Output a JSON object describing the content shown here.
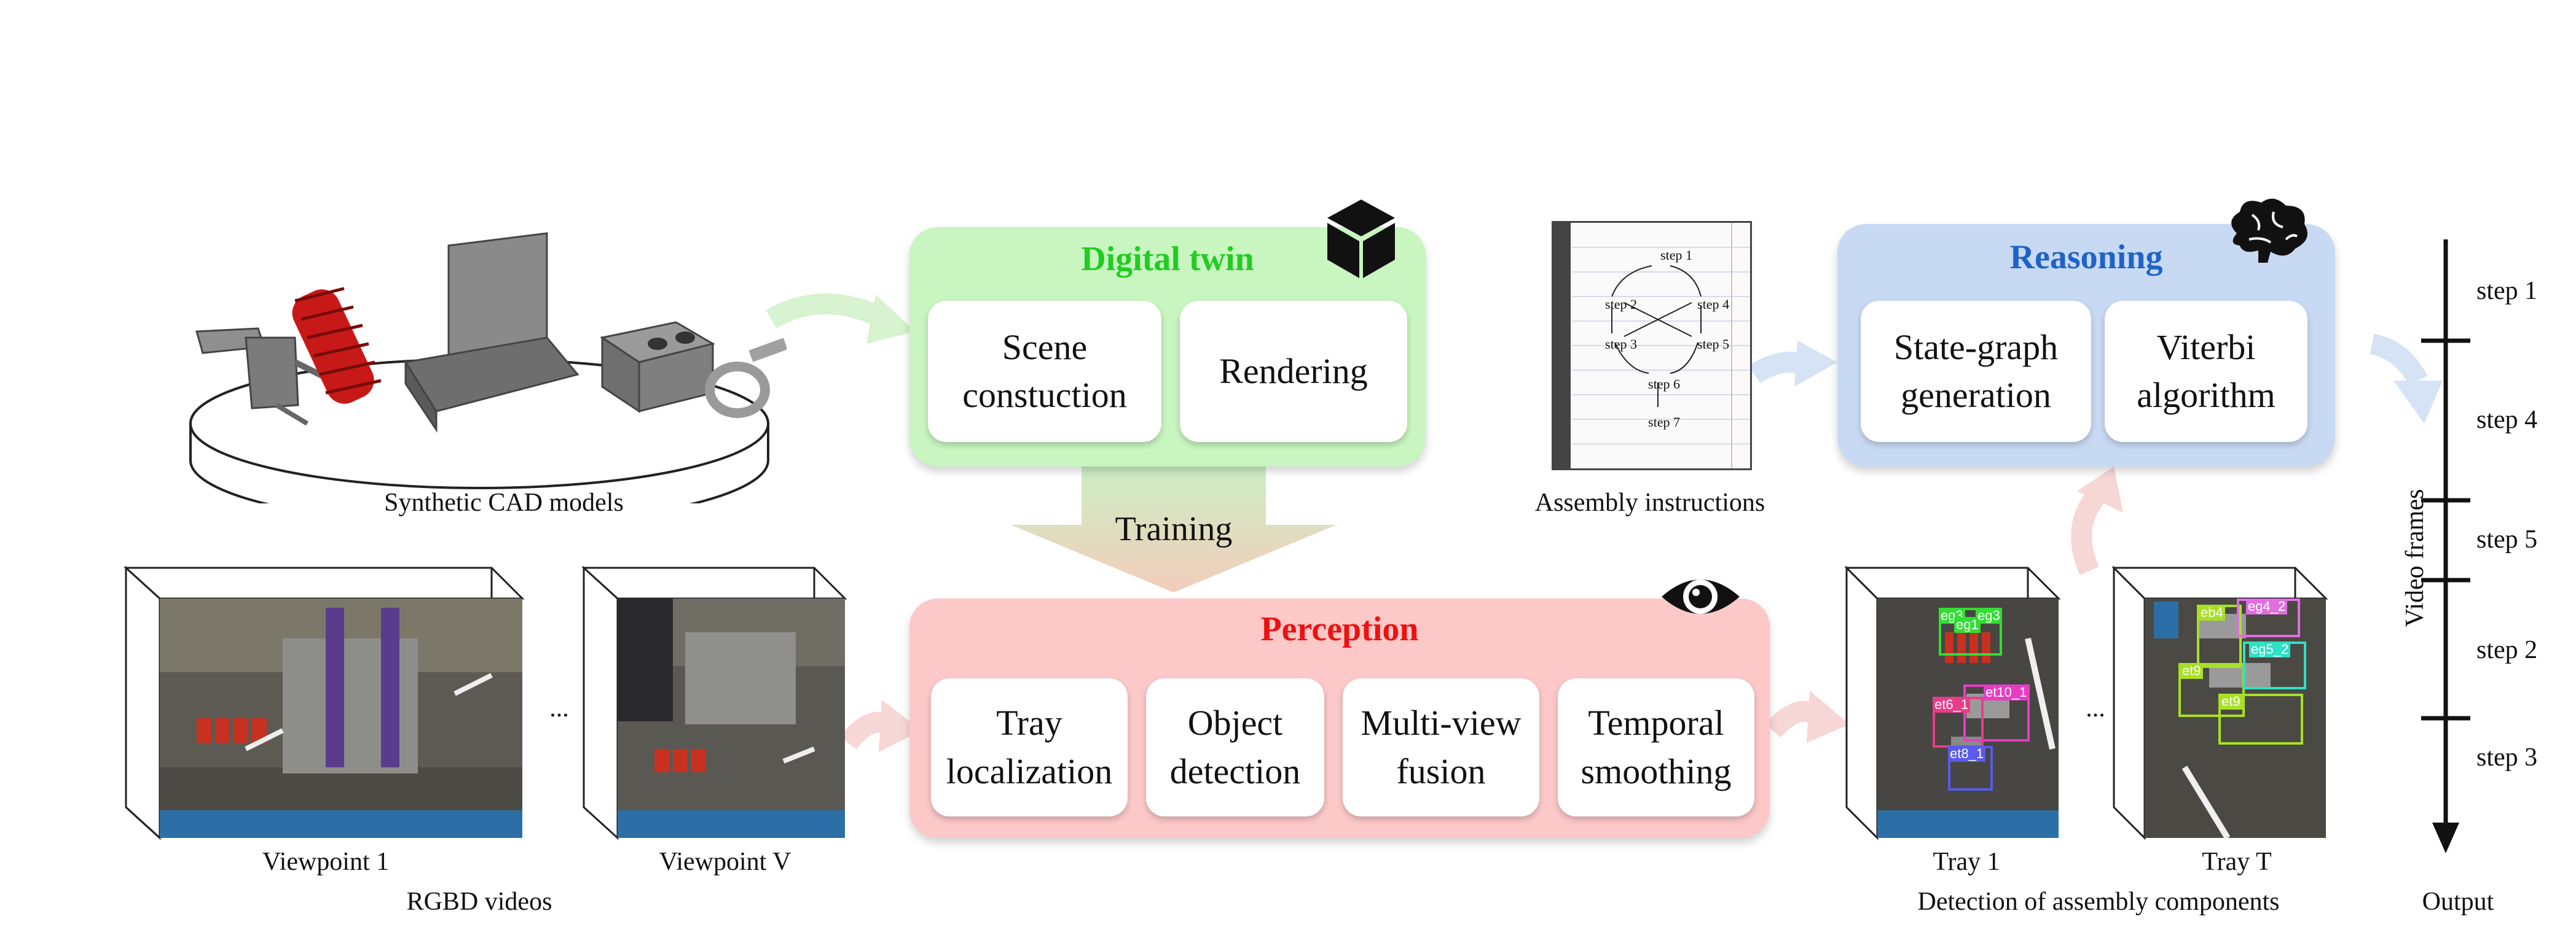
{
  "inputs": {
    "cad_caption": "Synthetic CAD models",
    "viewpoint_1": "Viewpoint 1",
    "viewpoint_v": "Viewpoint V",
    "rgbd_caption": "RGBD videos",
    "ellipsis": "..."
  },
  "digital_twin": {
    "title": "Digital twin",
    "icon": "cube-icon",
    "scene_construction": "Scene\nconstuction",
    "rendering": "Rendering",
    "color": "#c8f5c0",
    "title_color": "#22cc22"
  },
  "training_label": "Training",
  "perception": {
    "title": "Perception",
    "icon": "eye-icon",
    "tray_localization": "Tray\nlocalization",
    "object_detection": "Object\ndetection",
    "multi_view_fusion": "Multi-view\nfusion",
    "temporal_smoothing": "Temporal\nsmoothing",
    "color": "#fcc8c8",
    "title_color": "#ee1111"
  },
  "assembly_instructions": {
    "caption": "Assembly instructions",
    "steps": [
      "step 1",
      "step 2",
      "step 4",
      "step 3",
      "step 5",
      "step 6",
      "step 7"
    ]
  },
  "reasoning": {
    "title": "Reasoning",
    "icon": "brain-icon",
    "state_graph": "State-graph\ngeneration",
    "viterbi": "Viterbi\nalgorithm",
    "color": "#c8daf3",
    "title_color": "#1f63c8"
  },
  "detection": {
    "tray_1": "Tray 1",
    "tray_t": "Tray T",
    "caption": "Detection of assembly components",
    "ellipsis": "...",
    "tray1_labels": [
      "eg3",
      "eg1",
      "eg3",
      "et10_1",
      "et6_1",
      "et8_1"
    ],
    "trayT_labels": [
      "eb4",
      "eg4_2",
      "et9",
      "eg5_2",
      "et9"
    ]
  },
  "output": {
    "caption": "Output",
    "axis_label": "Video frames",
    "steps": [
      "step 1",
      "step 4",
      "step 5",
      "step 2",
      "step 3"
    ]
  }
}
